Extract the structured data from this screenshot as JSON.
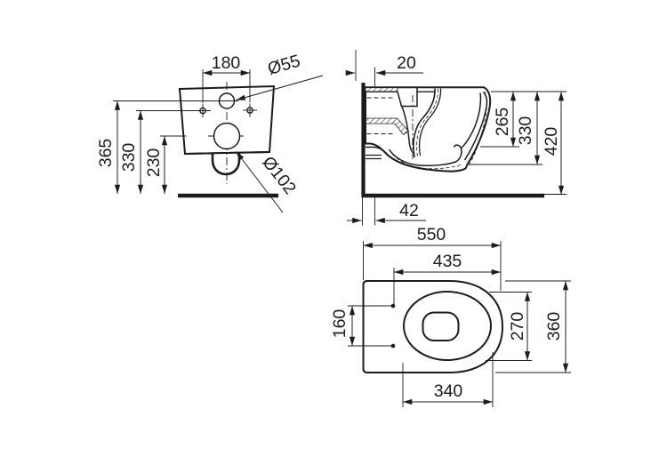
{
  "dims": {
    "front": {
      "hole_spacing": "180",
      "inlet_diameter": "Ø55",
      "height_overall": "365",
      "height_holes": "330",
      "height_drain": "230",
      "drain_diameter": "Ø102"
    },
    "side": {
      "top_inset": "20",
      "rim_depth": "265",
      "bowl_depth": "330",
      "overall_height": "420",
      "outlet_inset": "42"
    },
    "top": {
      "overall_depth": "550",
      "bowl_depth_outer": "435",
      "hole_spacing": "160",
      "bowl_width_inner": "270",
      "overall_width": "360",
      "bowl_depth_inner": "340"
    }
  },
  "colors": {
    "line": "#1c1c1c",
    "background": "#ffffff"
  }
}
